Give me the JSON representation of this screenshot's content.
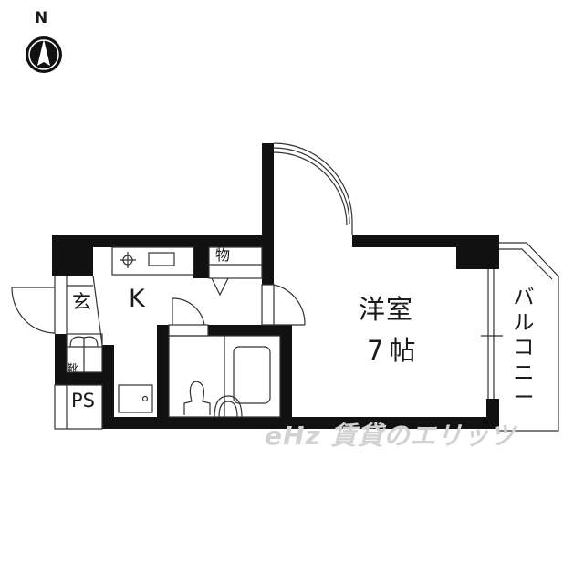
{
  "compass": {
    "letter": "N",
    "icon": "north-arrow-icon"
  },
  "rooms": {
    "kitchen": {
      "label": "K"
    },
    "storage": {
      "label": "物"
    },
    "entrance": {
      "label": "玄"
    },
    "shoe_box": {
      "label": "靴"
    },
    "pipe_space": {
      "label": "PS"
    },
    "western_room": {
      "name": "洋室",
      "size": "7帖"
    },
    "balcony": {
      "label": "バルコニー"
    }
  },
  "watermark": {
    "text": "eHz 賃貸のエリッツ"
  },
  "colors": {
    "wall": "#111111",
    "line": "#333333",
    "background": "#ffffff",
    "watermark": "#d2d2d2"
  }
}
